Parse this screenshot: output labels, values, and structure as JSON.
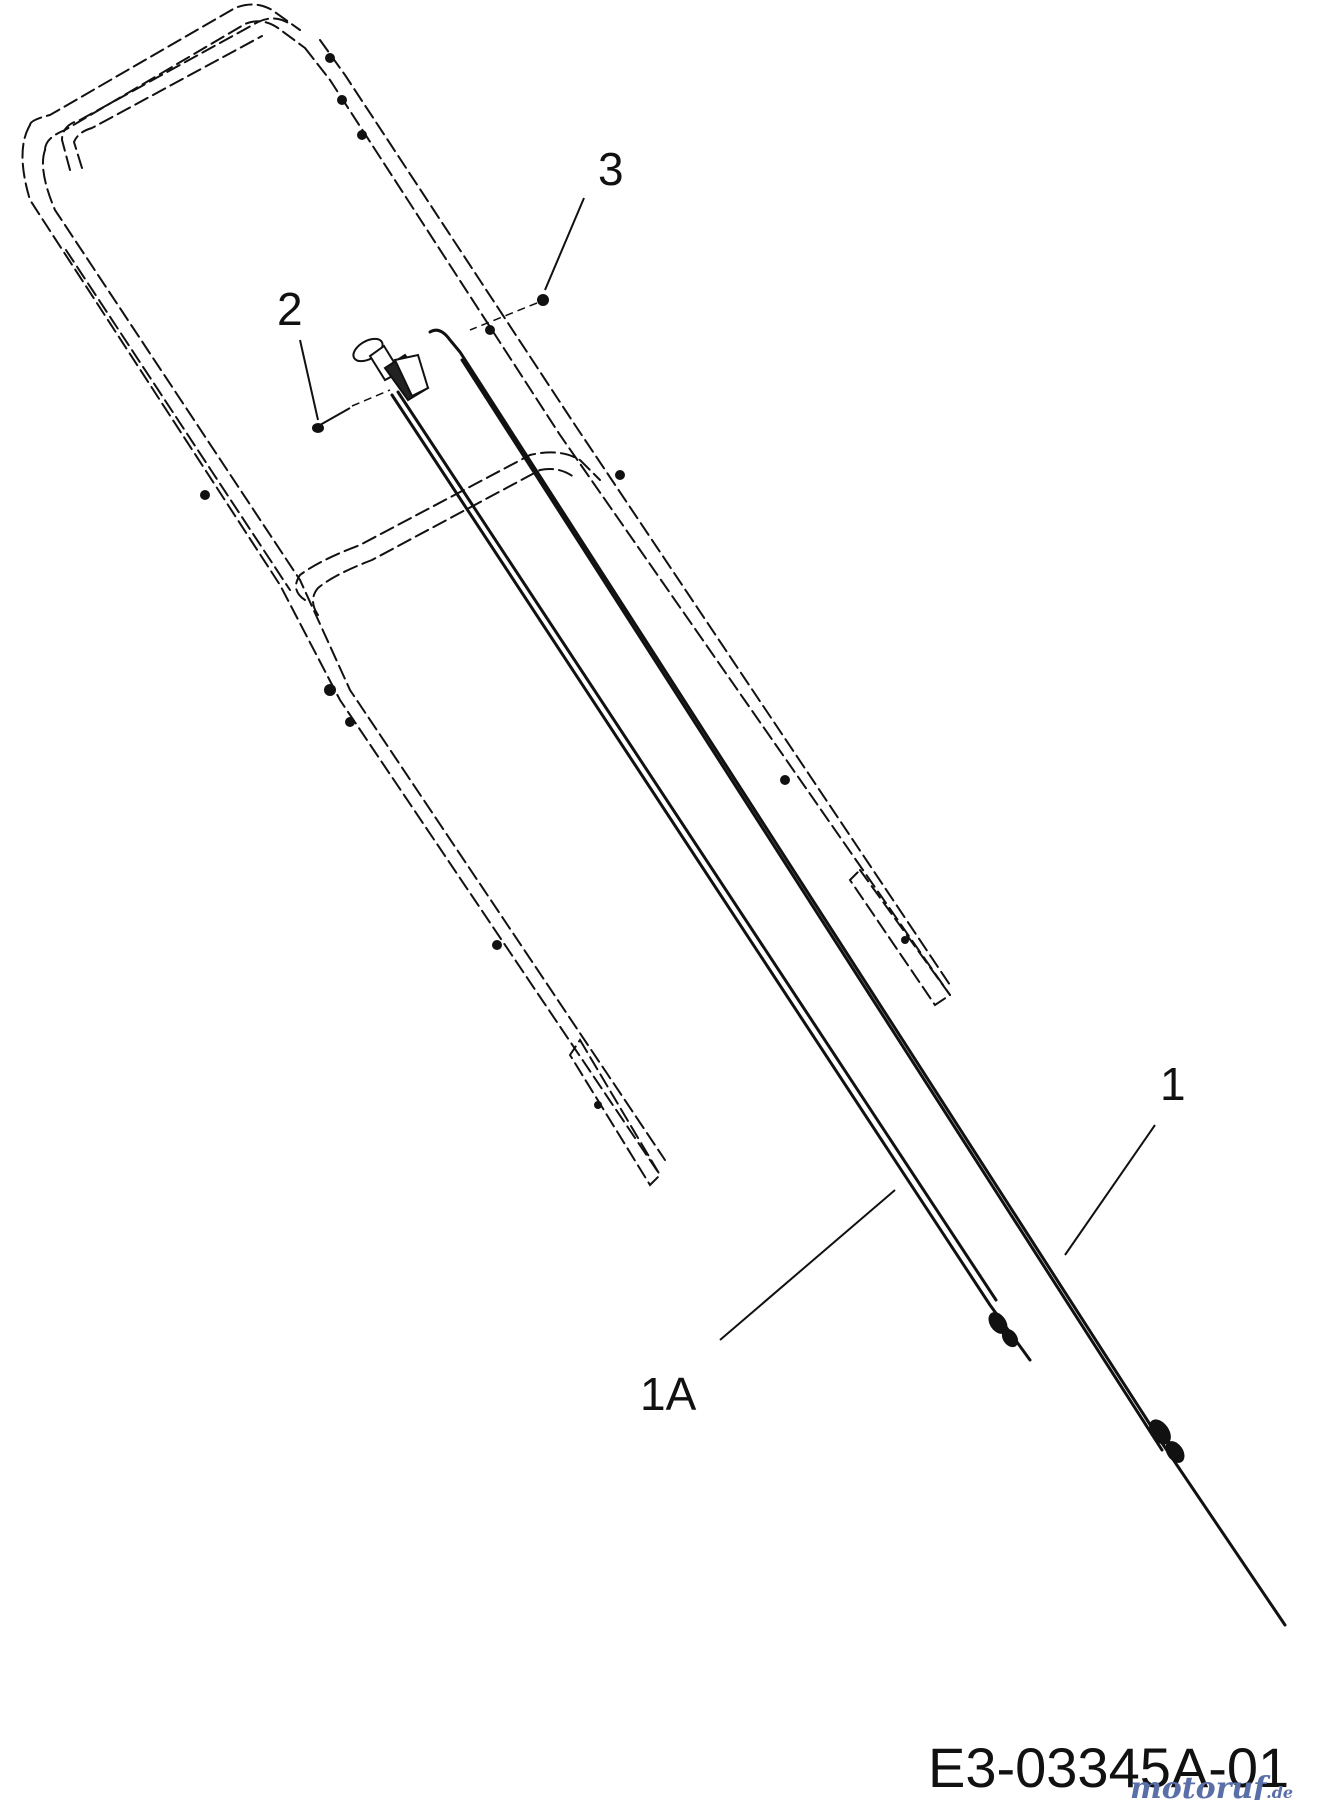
{
  "callouts": {
    "part_1": "1",
    "part_1a": "1A",
    "part_2": "2",
    "part_3": "3"
  },
  "diagram_code": "E3-03345A-01",
  "watermark": {
    "text": "motoruf",
    "suffix": ".de",
    "color": "#5a6fa8"
  }
}
